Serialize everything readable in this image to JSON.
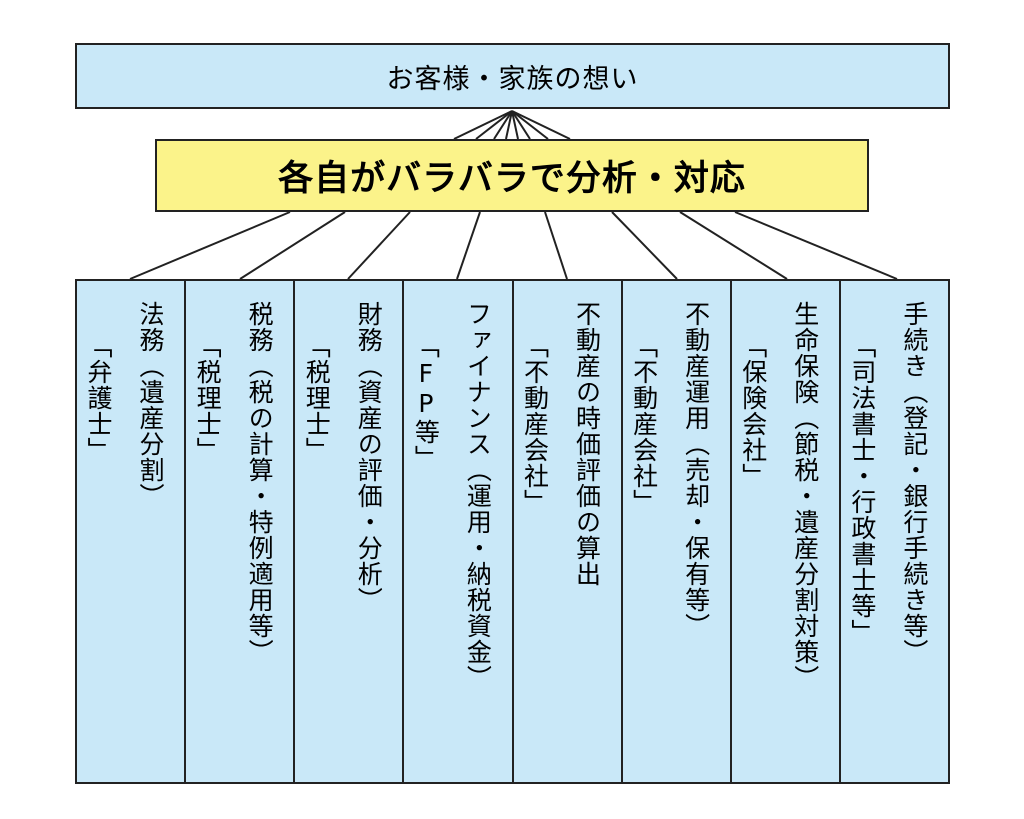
{
  "top": "お客様・家族の想い",
  "middle": "各自がバラバラで分析・対応",
  "columns": [
    {
      "role": "手続き（登記・銀行手続き等）",
      "expert": "「司法書士・行政書士等」"
    },
    {
      "role": "生命保険（節税・遺産分割対策）",
      "expert": "「保険会社」"
    },
    {
      "role": "不動産運用（売却・保有等）",
      "expert": "「不動産会社」"
    },
    {
      "role": "不動産の時価評価の算出",
      "expert": "「不動産会社」"
    },
    {
      "role": "ファイナンス（運用・納税資金）",
      "expert": "「FP等」"
    },
    {
      "role": "財務（資産の評価・分析）",
      "expert": "「税理士」"
    },
    {
      "role": "税務（税の計算・特例適用等）",
      "expert": "「税理士」"
    },
    {
      "role": "法務（遺産分割）",
      "expert": "「弁護士」"
    }
  ]
}
